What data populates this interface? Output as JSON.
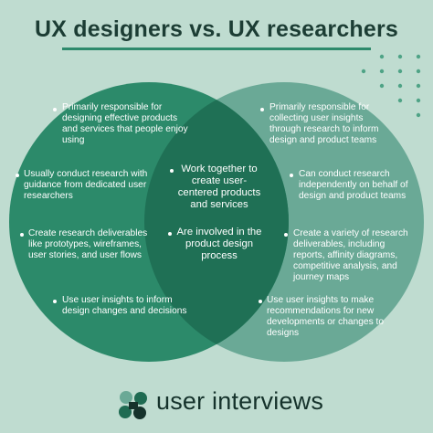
{
  "title": "UX designers vs. UX researchers",
  "left": {
    "items": [
      "Primarily responsible for designing effective products and services that people enjoy using",
      "Usually conduct research with guidance from dedicated user researchers",
      "Create research deliverables like prototypes, wireframes, user stories, and user flows",
      "Use user insights to inform design changes and decisions"
    ]
  },
  "center": {
    "items": [
      "Work together to create user-centered products and services",
      "Are involved in the product design process"
    ]
  },
  "right": {
    "items": [
      "Primarily responsible for collecting user insights through research to inform design and product teams",
      "Can conduct research independently on behalf of design and product teams",
      "Create a variety of research deliverables, including reports, affinity diagrams, competitive analysis, and journey maps",
      "Use user insights to make recommendations for new developments or changes to designs"
    ]
  },
  "brand": {
    "name": "user interviews"
  },
  "colors": {
    "background": "#bfdcd0",
    "left_circle": "#2c8a6a",
    "right_circle": "#6aa996",
    "overlap": "#1f7055",
    "title": "#1c3d34",
    "accent": "#2e8a6c",
    "dots": "#4fa386"
  }
}
